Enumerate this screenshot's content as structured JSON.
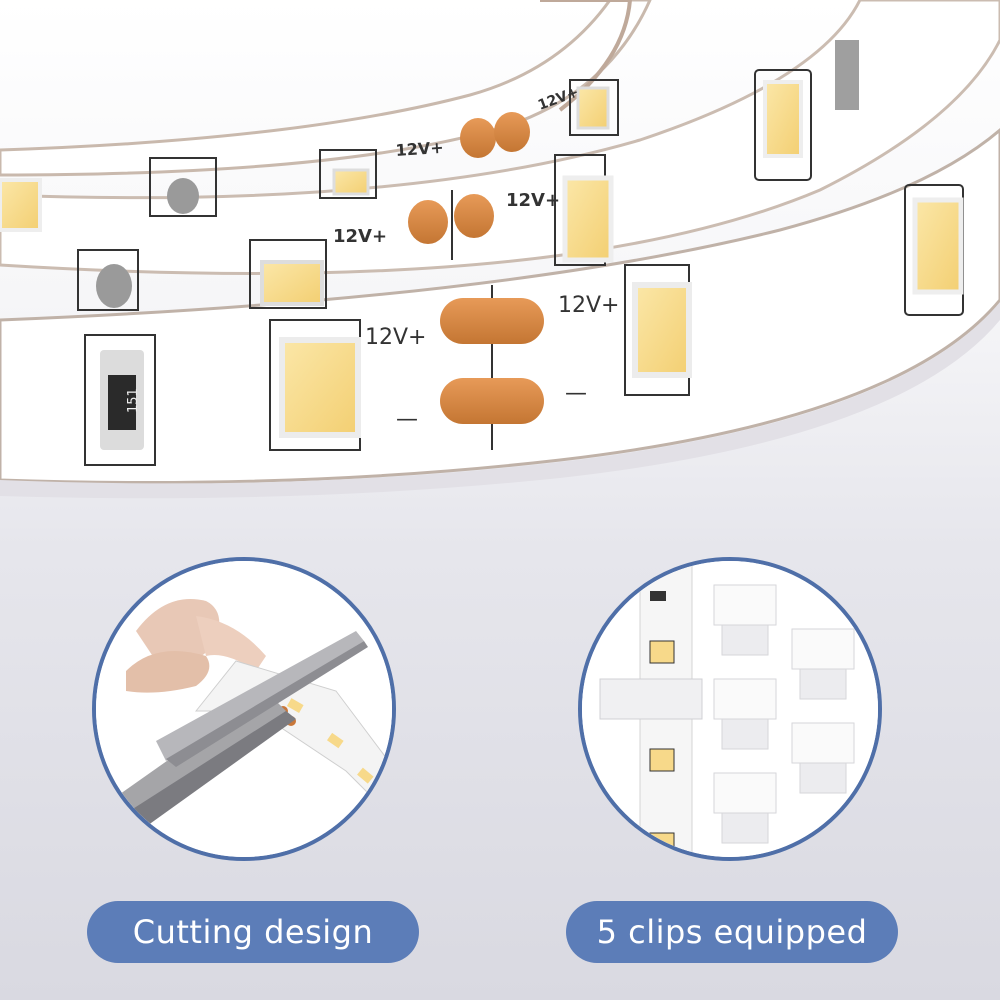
{
  "strip": {
    "marking_plus": "12V+",
    "marking_minus": "—",
    "resistor_code": "151"
  },
  "features": [
    {
      "label": "Cutting design",
      "icon": "scissors-icon"
    },
    {
      "label": "5 clips equipped",
      "icon": "clip-icon"
    }
  ],
  "colors": {
    "pill": "#5c7db8",
    "circle_border": "#4f6fa8",
    "led": "#f7d98a",
    "copper_pad": "#d88b4a",
    "strip": "#ffffff"
  }
}
